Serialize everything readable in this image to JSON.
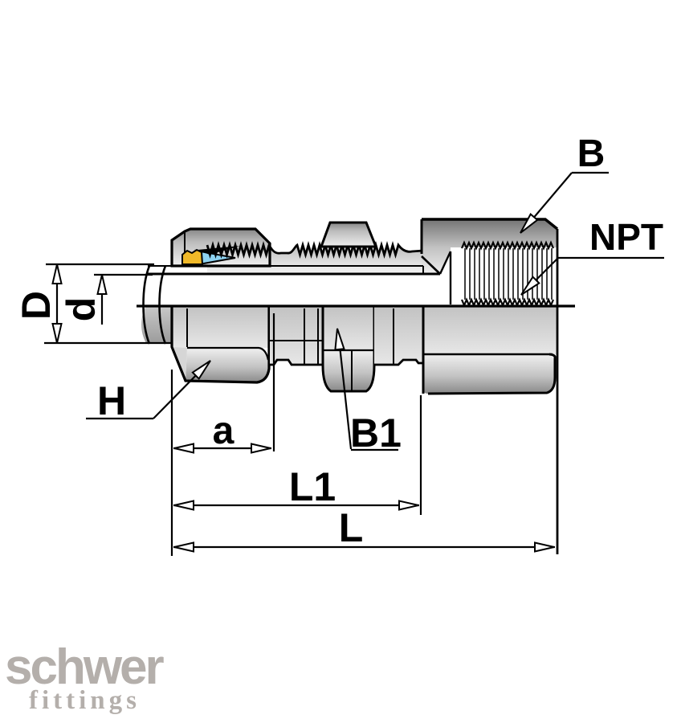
{
  "dimensions": {
    "D": "D",
    "d": "d",
    "H": "H",
    "a": "a",
    "B1": "B1",
    "L1": "L1",
    "L": "L"
  },
  "callouts": {
    "B": "B",
    "NPT": "NPT"
  },
  "logo": {
    "brand": "schwer",
    "subtitle": "fittings"
  },
  "colors": {
    "line": "#000000",
    "cutting_ring_front": "#f0b929",
    "cutting_ring_back": "#8ed3f2",
    "logo_gray": "#b4afab",
    "background": "#ffffff"
  }
}
